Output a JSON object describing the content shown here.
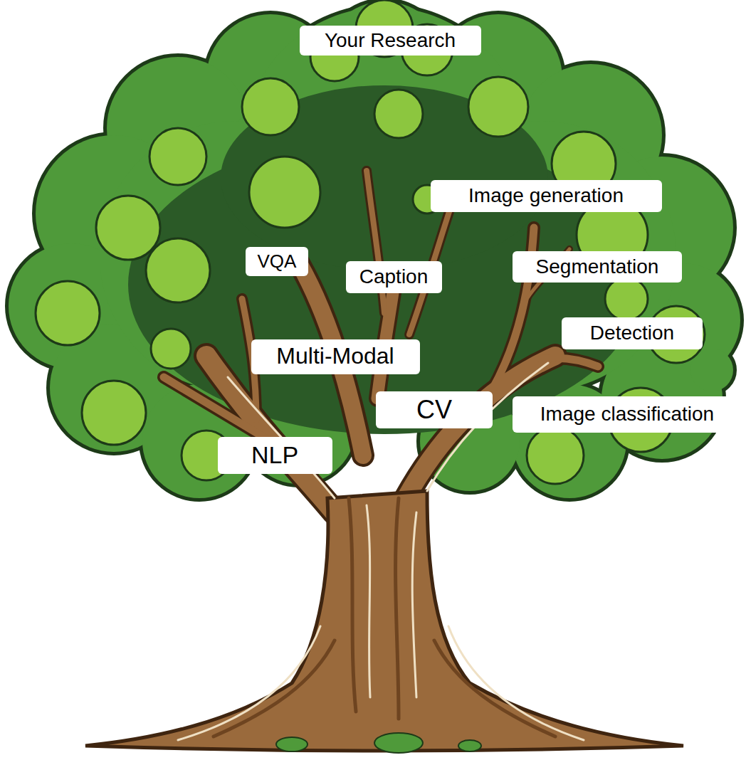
{
  "diagram": {
    "nodes": [
      {
        "text": [
          "Your Research"
        ]
      },
      {
        "text": [
          "Image generation"
        ]
      },
      {
        "text": [
          "VQA"
        ]
      },
      {
        "text": [
          "Caption"
        ]
      },
      {
        "text": [
          "Segmentation"
        ]
      },
      {
        "text": [
          "Detection"
        ]
      },
      {
        "text": [
          "Multi-Modal"
        ]
      },
      {
        "text": [
          "CV"
        ]
      },
      {
        "text": [
          "Image classification"
        ]
      },
      {
        "text": [
          "NLP"
        ]
      }
    ]
  }
}
